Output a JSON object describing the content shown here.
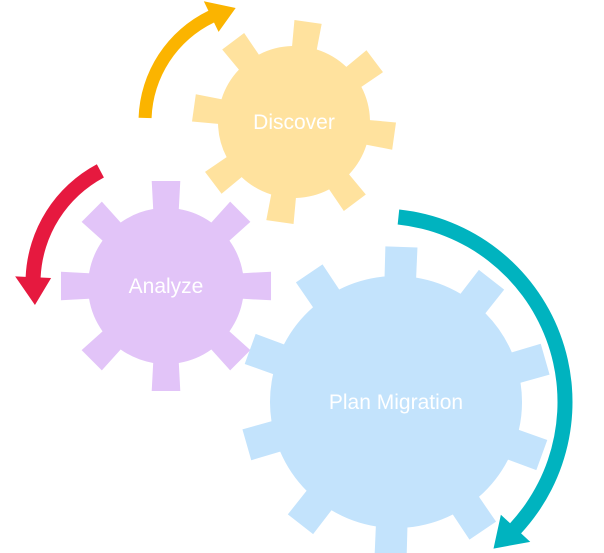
{
  "gears": [
    {
      "id": "discover",
      "label": "Discover",
      "color": "#ffe29e"
    },
    {
      "id": "analyze",
      "label": "Analyze",
      "color": "#e2c4f8"
    },
    {
      "id": "plan-migration",
      "label": "Plan Migration",
      "color": "#c3e3fc"
    }
  ],
  "arrows": [
    {
      "id": "orange",
      "color": "#fbb400",
      "icon": "curved-arrow-icon"
    },
    {
      "id": "red",
      "color": "#e6193f",
      "icon": "curved-arrow-icon"
    },
    {
      "id": "teal",
      "color": "#00b3bf",
      "icon": "curved-arrow-icon"
    }
  ]
}
